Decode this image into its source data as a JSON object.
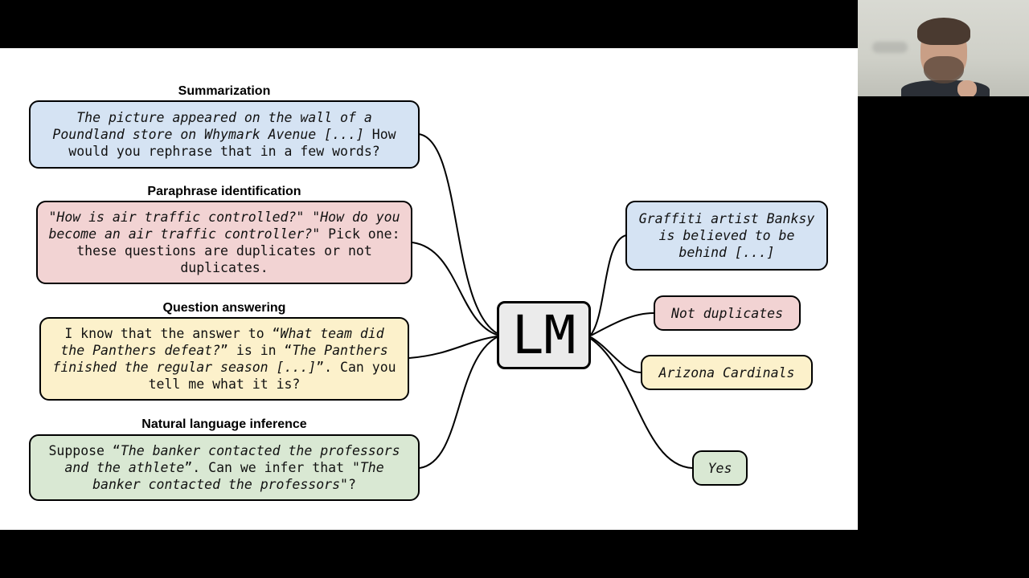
{
  "diagram": {
    "center_label": "LM",
    "tasks": [
      {
        "heading": "Summarization",
        "input_parts": [
          {
            "text": "The picture appeared on the wall of a Poundland store on Whymark Avenue [...]",
            "italic": true
          },
          {
            "text": " How would you rephrase that in a few words?",
            "italic": false
          }
        ],
        "output": "Graffiti artist Banksy is believed to be behind [...]"
      },
      {
        "heading": "Paraphrase identification",
        "input_parts": [
          {
            "text": "\"How is air traffic controlled?\" \"How do you become an air traffic controller?\"",
            "italic": true
          },
          {
            "text": " Pick one: these questions are duplicates or not duplicates.",
            "italic": false
          }
        ],
        "output": "Not duplicates"
      },
      {
        "heading": "Question answering",
        "input_parts": [
          {
            "text": "I know that the answer to “",
            "italic": false
          },
          {
            "text": "What team did the Panthers defeat?",
            "italic": true
          },
          {
            "text": "” is in “",
            "italic": false
          },
          {
            "text": "The Panthers finished the regular season [...]",
            "italic": true
          },
          {
            "text": "”. Can you tell me what it is?",
            "italic": false
          }
        ],
        "output": "Arizona Cardinals"
      },
      {
        "heading": "Natural language inference",
        "input_parts": [
          {
            "text": "Suppose “",
            "italic": false
          },
          {
            "text": "The banker contacted the professors and the athlete",
            "italic": true
          },
          {
            "text": "”. Can we infer that \"",
            "italic": false
          },
          {
            "text": "The banker contacted the professors",
            "italic": true
          },
          {
            "text": "\"?",
            "italic": false
          }
        ],
        "output": "Yes"
      }
    ]
  },
  "colors": {
    "summarization": "#d5e3f3",
    "paraphrase": "#f2d3d3",
    "question_answering": "#fcf1cb",
    "nli": "#d9e8d3",
    "center": "#ebebeb"
  }
}
